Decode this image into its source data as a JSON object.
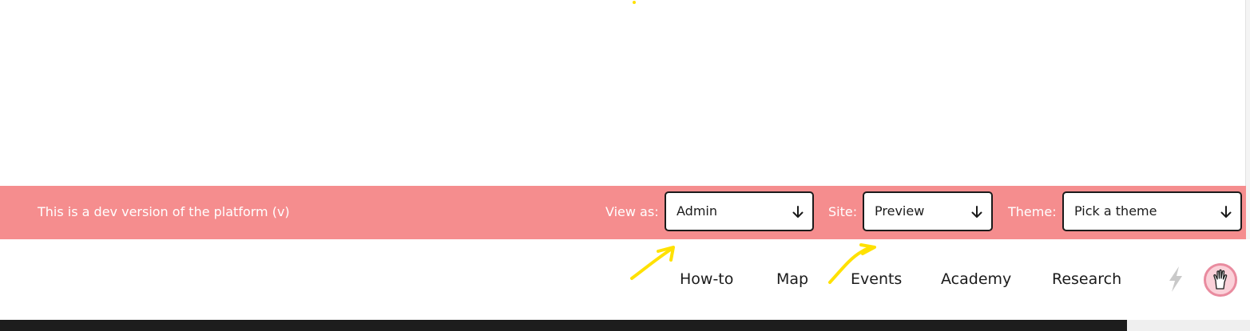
{
  "devbar": {
    "message": "This is a dev version of the platform (v)",
    "background": "#f58d8e",
    "view_as": {
      "label": "View as:",
      "value": "Admin"
    },
    "site": {
      "label": "Site:",
      "value": "Preview"
    },
    "theme": {
      "label": "Theme:",
      "value": "Pick a theme"
    }
  },
  "nav": {
    "items": [
      {
        "label": "How-to"
      },
      {
        "label": "Map"
      },
      {
        "label": "Events"
      },
      {
        "label": "Academy"
      },
      {
        "label": "Research"
      }
    ],
    "notifications_icon": "lightning-bolt-icon",
    "avatar_icon": "raised-hand-icon"
  },
  "annotation_color": "#ffe100"
}
